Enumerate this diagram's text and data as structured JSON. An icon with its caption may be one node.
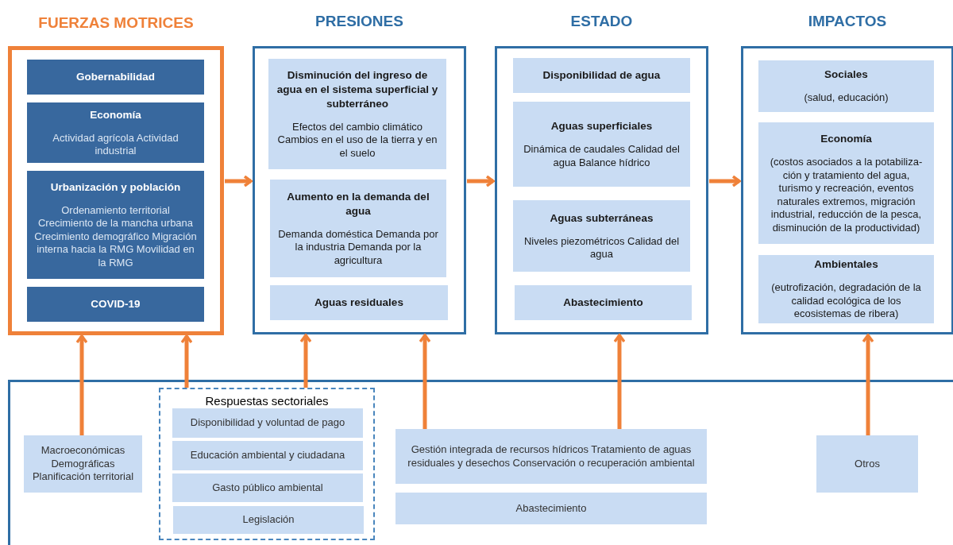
{
  "diagram": {
    "nodes": [
      {
        "text": [
          "FUERZAS MOTRICES"
        ]
      },
      {
        "text": [
          "Gobernabilidad"
        ],
        "in": 0
      },
      {
        "text": [
          "Economía",
          "Actividad agrícola Actividad industrial"
        ],
        "in": 0
      },
      {
        "text": [
          "Urbanización y población",
          "Ordenamiento territorial Crecimiento de la mancha urbana Crecimiento demográfico Migración interna hacia la RMG Movilidad en la RMG"
        ],
        "in": 0
      },
      {
        "text": [
          "COVID-19"
        ],
        "in": 0
      },
      {
        "text": [
          "PRESIONES"
        ]
      },
      {
        "text": [
          "Disminución del ingreso de agua en el sistema superficial y subterráneo",
          "Efectos del cambio climático Cambios en el uso de la tierra y en el suelo"
        ],
        "in": 5
      },
      {
        "text": [
          "Aumento en la demanda del agua",
          "Demanda doméstica Demanda por la industria Demanda por la agricultura"
        ],
        "in": 5
      },
      {
        "text": [
          "Aguas residuales"
        ],
        "in": 5
      },
      {
        "text": [
          "ESTADO"
        ]
      },
      {
        "text": [
          "Disponibilidad de agua"
        ],
        "in": 9
      },
      {
        "text": [
          "Aguas superficiales",
          "Dinámica de caudales Calidad del agua Balance hídrico"
        ],
        "in": 9
      },
      {
        "text": [
          "Aguas subterráneas",
          "Niveles piezométricos Calidad del agua"
        ],
        "in": 9
      },
      {
        "text": [
          "Abastecimiento"
        ],
        "in": 9
      },
      {
        "text": [
          "IMPACTOS"
        ]
      },
      {
        "text": [
          "Sociales",
          "(salud, educación)"
        ],
        "in": 14
      },
      {
        "text": [
          "Economía",
          "(costos asociados a la potabiliza-ción y tratamiento del agua, turismo y recreación, eventos naturales extremos, migración industrial, reducción de la pesca, disminución de la productividad)"
        ],
        "in": 14
      },
      {
        "text": [
          "Ambientales",
          "(eutrofización, degradación de la calidad ecológica de los ecosistemas de ribera)"
        ],
        "in": 14
      },
      {
        "text": [],
        "shape": "box"
      },
      {
        "text": [
          "Macroeconómicas Demográficas Planificación territorial"
        ],
        "in": 18
      },
      {
        "text": [
          "Respuestas sectoriales"
        ],
        "in": 18
      },
      {
        "text": [
          "Disponibilidad y voluntad de pago"
        ],
        "in": 20
      },
      {
        "text": [
          "Educación ambiental y ciudadana"
        ],
        "in": 20
      },
      {
        "text": [
          "Gasto público ambiental"
        ],
        "in": 20
      },
      {
        "text": [
          "Legislación"
        ],
        "in": 20
      },
      {
        "text": [
          "Gestión integrada de recursos hídricos Tratamiento de aguas residuales y desechos Conservación o recuperación ambiental"
        ],
        "in": 18
      },
      {
        "text": [
          "Abastecimiento"
        ],
        "in": 18
      },
      {
        "text": [
          "Otros"
        ],
        "in": 18
      }
    ],
    "edges": [
      {
        "from": 0,
        "to": 5,
        "arrow": "to"
      },
      {
        "from": 5,
        "to": 9,
        "arrow": "to"
      },
      {
        "from": 9,
        "to": 14,
        "arrow": "to"
      },
      {
        "from": 19,
        "to": 0,
        "arrow": "to"
      },
      {
        "from": 20,
        "to": 0,
        "arrow": "to"
      },
      {
        "from": 20,
        "to": 5,
        "arrow": "to"
      },
      {
        "from": 25,
        "to": 5,
        "arrow": "to"
      },
      {
        "from": 25,
        "to": 9,
        "arrow": "to"
      },
      {
        "from": 27,
        "to": 14,
        "arrow": "to"
      }
    ]
  }
}
